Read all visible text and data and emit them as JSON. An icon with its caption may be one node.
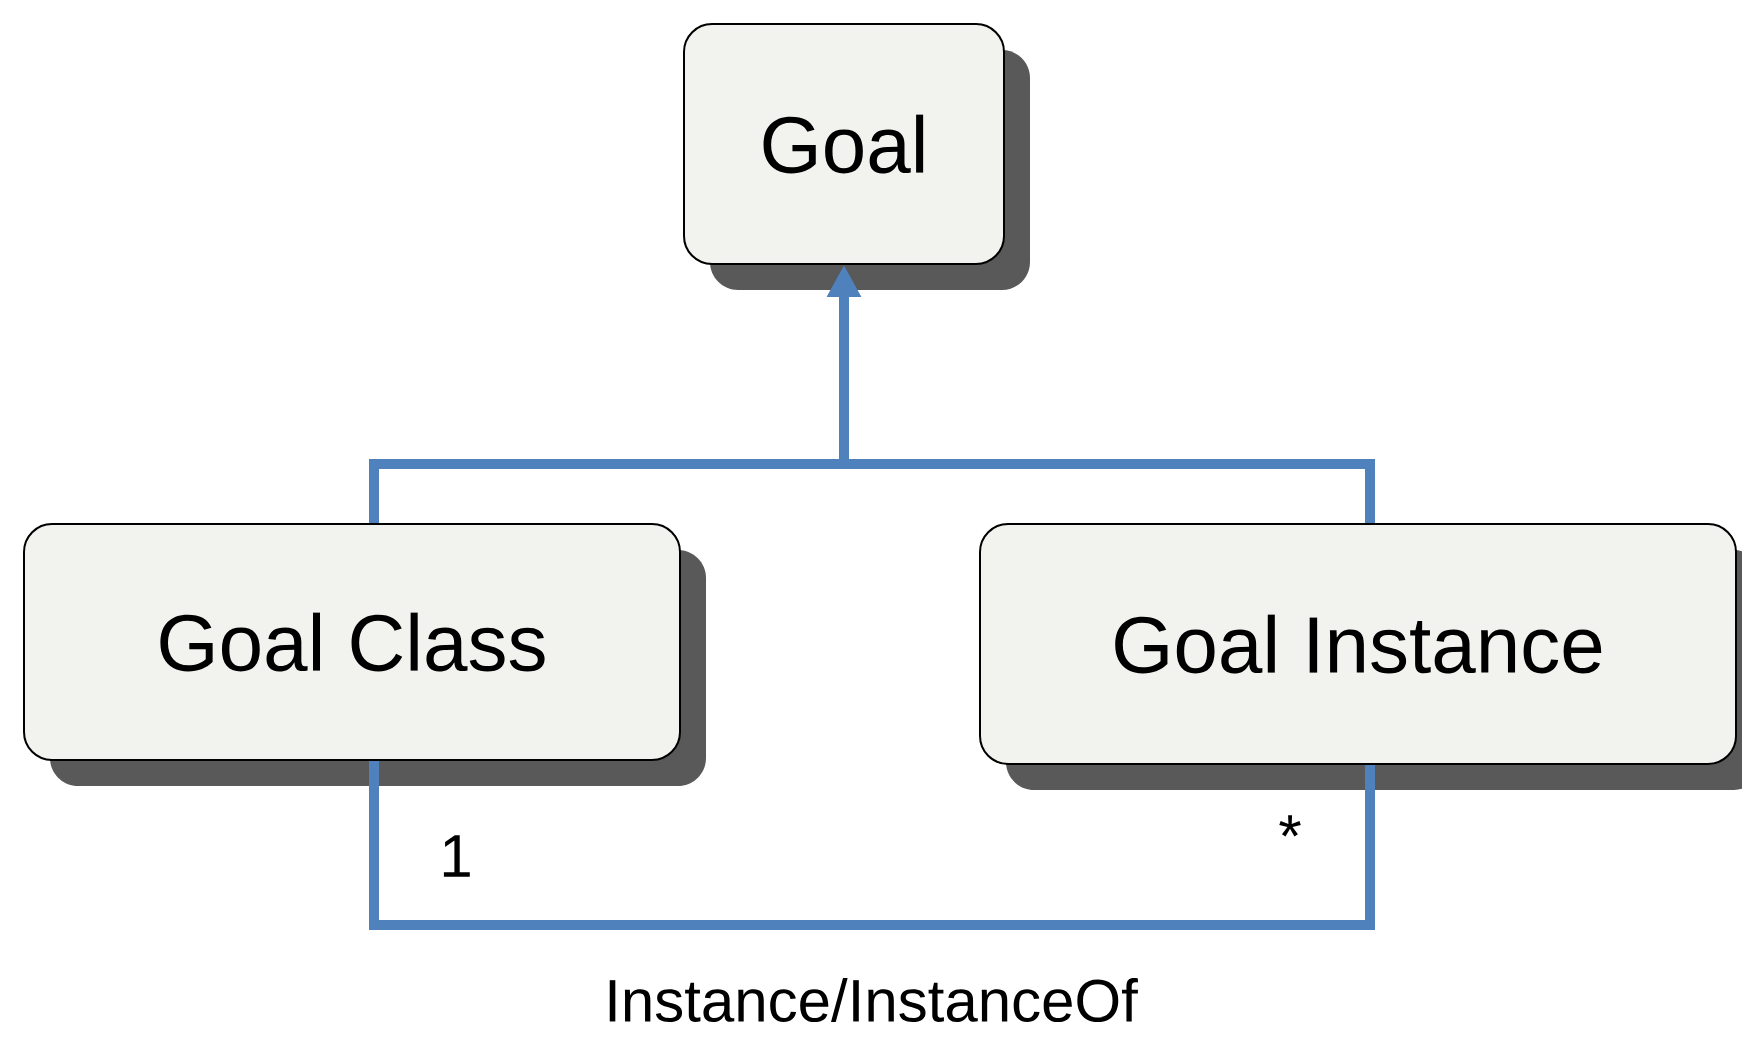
{
  "diagram": {
    "nodes": [
      {
        "text": [
          "Goal"
        ]
      },
      {
        "text": [
          "Goal Class"
        ]
      },
      {
        "text": [
          "Goal Instance"
        ]
      }
    ],
    "edges": [
      {
        "from": 1,
        "to": 0,
        "arrow": "to"
      },
      {
        "from": 2,
        "to": 0,
        "arrow": "to"
      },
      {
        "from": 1,
        "to": 2,
        "arrow": "none",
        "label": "Instance/InstanceOf"
      }
    ],
    "labels": [
      "1",
      "*"
    ]
  }
}
